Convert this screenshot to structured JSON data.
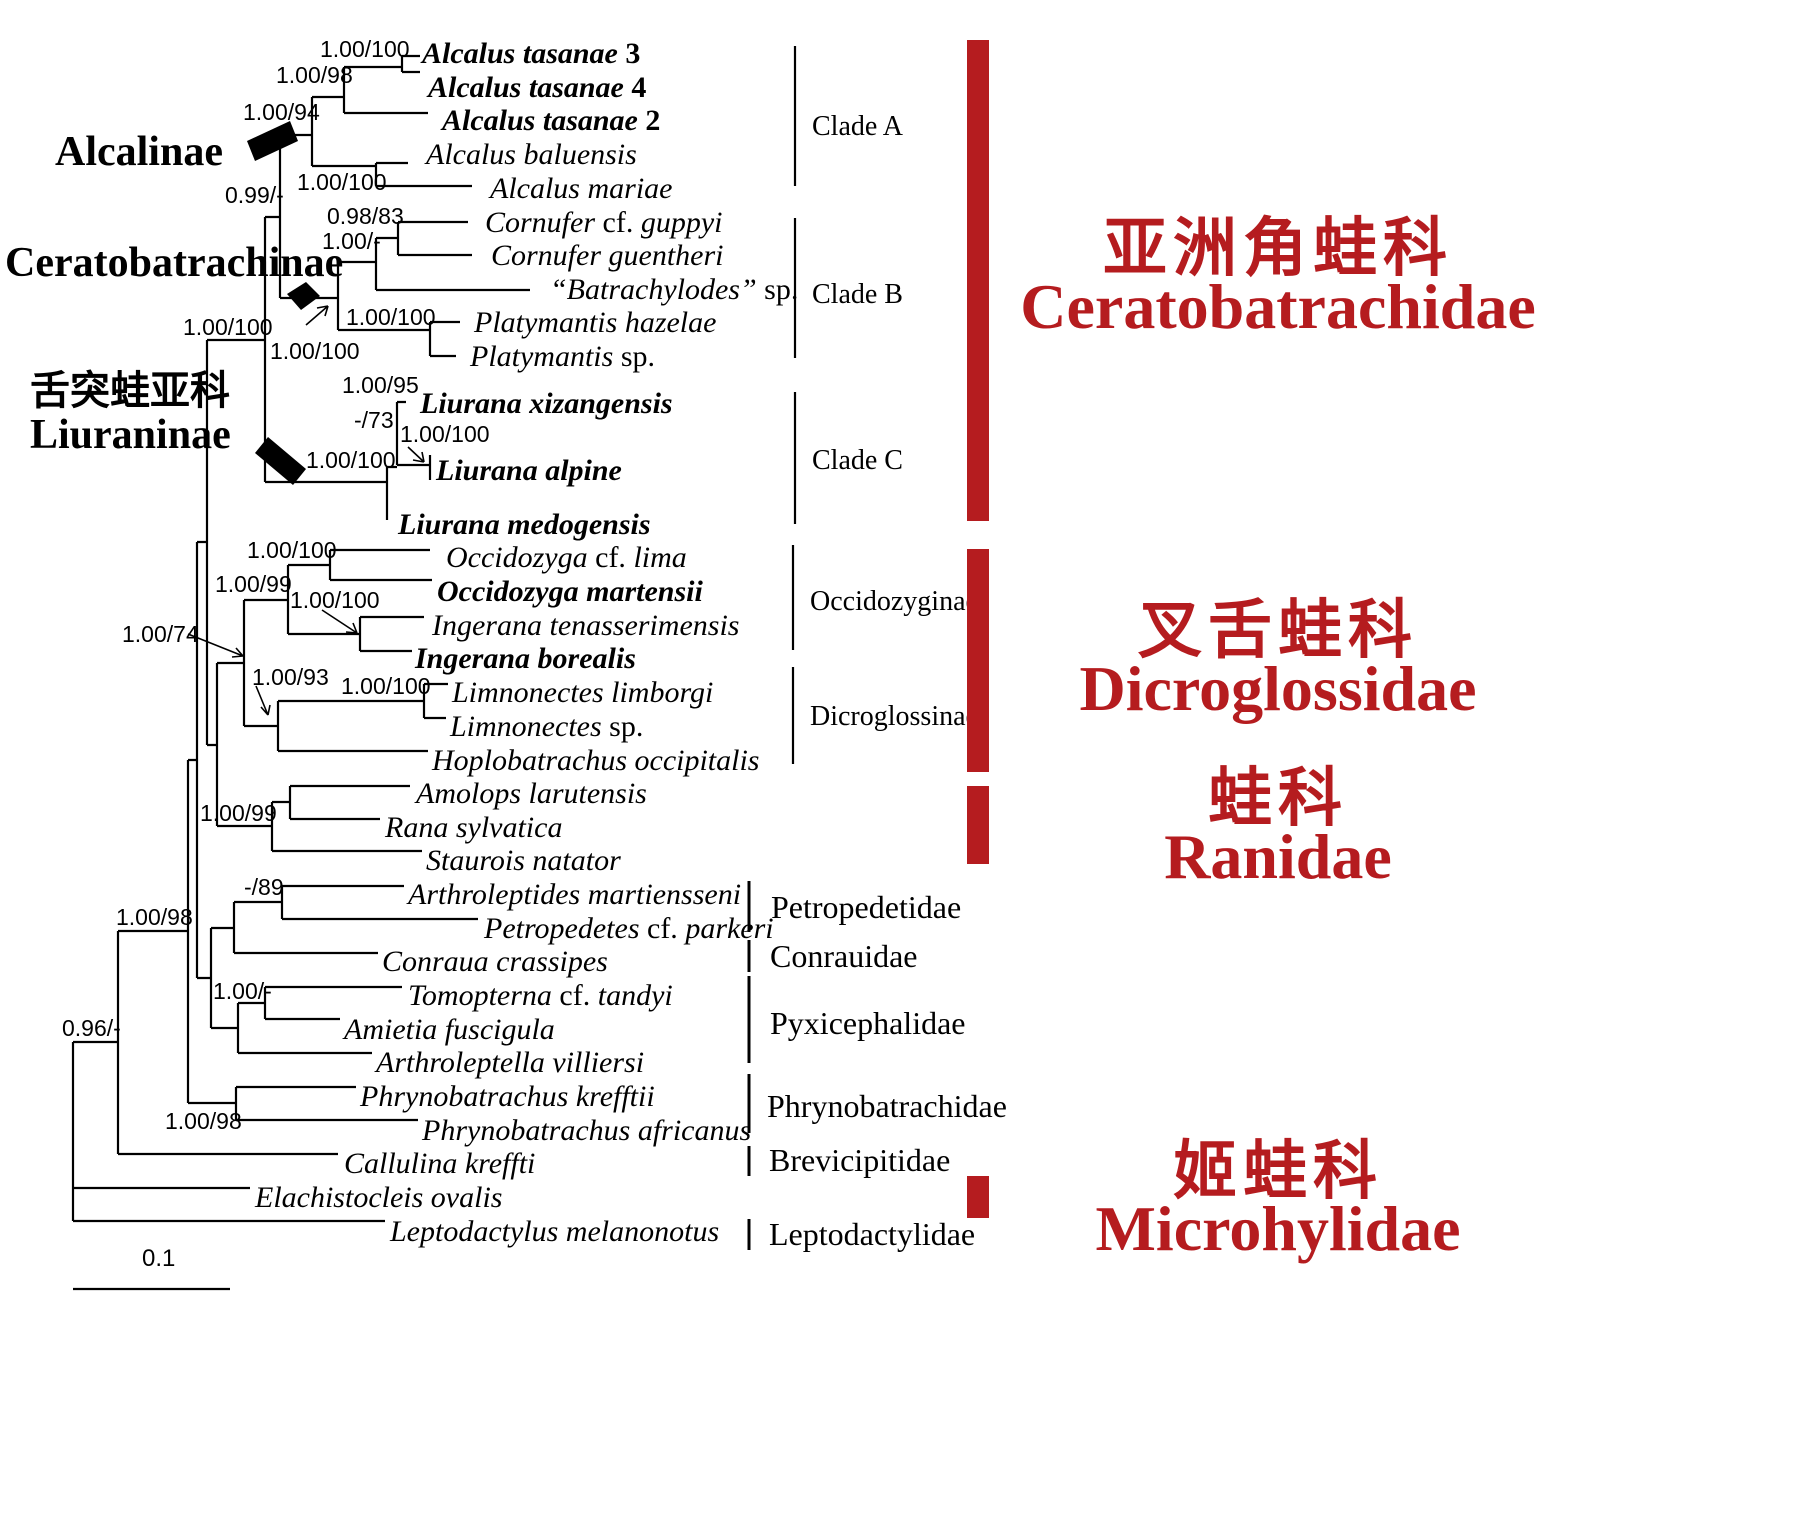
{
  "taxa": {
    "alcalus_tasanae_3": [
      "Alcalus tasanae",
      " 3"
    ],
    "alcalus_tasanae_4": [
      "Alcalus tasanae",
      " 4"
    ],
    "alcalus_tasanae_2": [
      "Alcalus tasanae",
      " 2"
    ],
    "alcalus_baluensis": "Alcalus baluensis",
    "alcalus_mariae": "Alcalus mariae",
    "cornufer_guppyi": [
      "Cornufer",
      " cf. ",
      "guppyi"
    ],
    "cornufer_guentheri": "Cornufer guentheri",
    "batrachylodes_sp": [
      "“Batrachylodes”",
      " sp."
    ],
    "platymantis_hazelae": "Platymantis hazelae",
    "platymantis_sp": [
      "Platymantis",
      " sp."
    ],
    "liurana_xizangensis": "Liurana xizangensis",
    "liurana_alpine": "Liurana alpine",
    "liurana_medogensis": "Liurana medogensis",
    "occidozyga_lima": [
      "Occidozyga",
      " cf. ",
      "lima"
    ],
    "occidozyga_martensii": "Occidozyga martensii",
    "ingerana_tenasserimensis": "Ingerana tenasserimensis",
    "ingerana_borealis": "Ingerana borealis",
    "limnonectes_limborgi": "Limnonectes limborgi",
    "limnonectes_sp": [
      "Limnonectes",
      " sp."
    ],
    "hoplobatrachus_occipitalis": "Hoplobatrachus occipitalis",
    "amolops_larutensis": "Amolops larutensis",
    "rana_sylvatica": "Rana sylvatica",
    "staurois_natator": "Staurois natator",
    "arthroleptides_martiensseni": "Arthroleptides martiensseni",
    "petropedetes_parkeri": [
      "Petropedetes",
      " cf. ",
      "parkeri"
    ],
    "conraua_crassipes": "Conraua crassipes",
    "tomopterna_tandyi": [
      "Tomopterna",
      " cf. ",
      "tandyi"
    ],
    "amietia_fuscigula": "Amietia fuscigula",
    "arthroleptella_villiersi": "Arthroleptella villiersi",
    "phrynobatrachus_krefftii": "Phrynobatrachus krefftii",
    "phrynobatrachus_africanus": "Phrynobatrachus africanus",
    "callulina_kreffti": "Callulina kreffti",
    "elachistocleis_ovalis": "Elachistocleis ovalis",
    "leptodactylus_melanonotus": "Leptodactylus melanonotus"
  },
  "support": {
    "s1": "1.00/100",
    "s2": "1.00/98",
    "s3": "1.00/94",
    "s4": "1.00/100",
    "s5": "0.99/-",
    "s6": "0.98/83",
    "s7": "1.00/-",
    "s8": "1.00/100",
    "s9": "1.00/100",
    "s10": "1.00/100",
    "s11": "1.00/95",
    "s12": "-/73",
    "s13": "1.00/100",
    "s14": "1.00/100",
    "s15": "1.00/100",
    "s16": "1.00/99",
    "s17": "1.00/100",
    "s18": "1.00/74",
    "s19": "1.00/93",
    "s20": "1.00/100",
    "s21": "1.00/99",
    "s22": "-/89",
    "s23": "1.00/98",
    "s24": "1.00/-",
    "s25": "0.96/-",
    "s26": "1.00/98"
  },
  "groups": {
    "clade_a": "Clade A",
    "clade_b": "Clade B",
    "clade_c": "Clade C",
    "occidozyginae": "Occidozyginae",
    "dicroglossinae": "Dicroglossinae",
    "petropedetidae": "Petropedetidae",
    "conrauidae": "Conrauidae",
    "pyxicephalidae": "Pyxicephalidae",
    "phrynobatrachidae": "Phrynobatrachidae",
    "brevicipitidae": "Brevicipitidae",
    "leptodactylidae": "Leptodactylidae"
  },
  "subfamilies": {
    "alcalinae": "Alcalinae",
    "ceratobatrachinae": "Ceratobatrachinae",
    "liuraninae_zh": "舌突蛙亚科",
    "liuraninae": "Liuraninae"
  },
  "families": {
    "ceratobatrachidae_zh": "亚洲角蛙科",
    "ceratobatrachidae": "Ceratobatrachidae",
    "dicroglossidae_zh": "叉舌蛙科",
    "dicroglossidae": "Dicroglossidae",
    "ranidae_zh": "蛙科",
    "ranidae": "Ranidae",
    "microhylidae_zh": "姬蛙科",
    "microhylidae": "Microhylidae"
  },
  "scale_bar": "0.1",
  "colors": {
    "family_accent": "#b51c1f"
  }
}
